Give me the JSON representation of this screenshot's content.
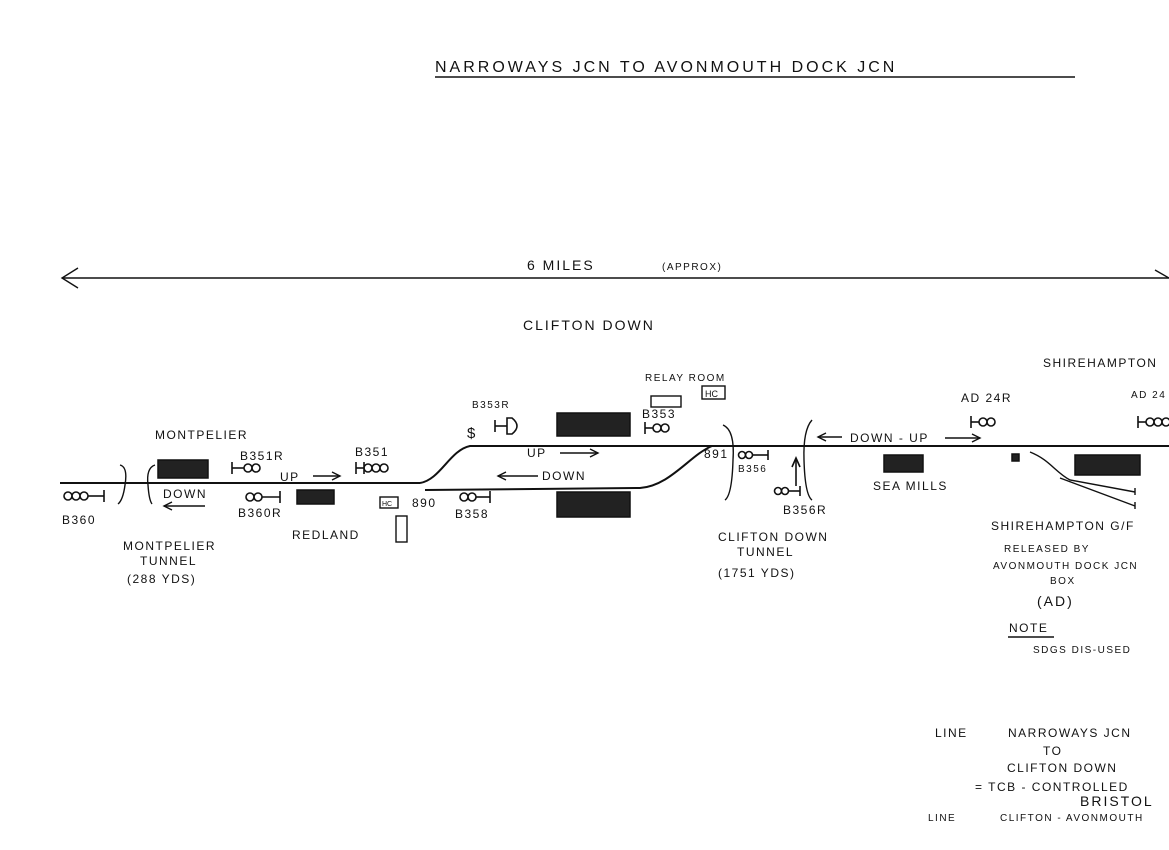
{
  "title": "NARROWAYS JCN TO AVONMOUTH DOCK JCN",
  "distance": {
    "label": "6 MILES",
    "note": "(APPROX)"
  },
  "stations": {
    "clifton_down": "CLIFTON DOWN",
    "montpelier": "MONTPELIER",
    "redland": "REDLAND",
    "sea_mills": "SEA MILLS",
    "shirehampton": "SHIREHAMPTON"
  },
  "signals": {
    "b360": "B360",
    "b351r": "B351R",
    "b351": "B351",
    "b360r": "B360R",
    "b358": "B358",
    "b353r": "B353R",
    "b353": "B353",
    "b356": "B356",
    "b356r": "B356R",
    "ad24r": "AD 24R",
    "ad24": "AD 24"
  },
  "points": {
    "p890": "890",
    "p891": "891"
  },
  "directions": {
    "up": "UP",
    "down": "DOWN",
    "down_up": "DOWN - UP"
  },
  "boxes": {
    "hc": "HC",
    "relay_room": "RELAY ROOM",
    "gf": "G/F"
  },
  "tunnels": {
    "montpelier": {
      "name": "MONTPELIER",
      "sub": "TUNNEL",
      "length": "(288 YDS)"
    },
    "clifton": {
      "name": "CLIFTON DOWN",
      "sub": "TUNNEL",
      "length": "(1751 YDS)"
    }
  },
  "shirehampton_gf": {
    "line1": "SHIREHAMPTON G/F",
    "line2": "RELEASED BY",
    "line3": "AVONMOUTH DOCK JCN",
    "line4": "BOX",
    "line5": "(AD)"
  },
  "note": {
    "heading": "NOTE",
    "text": "SDGS DIS-USED"
  },
  "legend": {
    "line_label_1": "LINE",
    "route_1a": "NARROWAYS JCN",
    "route_1b": "TO",
    "route_1c": "CLIFTON DOWN",
    "control_1": "= TCB - CONTROLLED",
    "control_1b": "BRISTOL",
    "line_label_2": "LINE",
    "route_2": "CLIFTON - AVONMOUTH"
  }
}
